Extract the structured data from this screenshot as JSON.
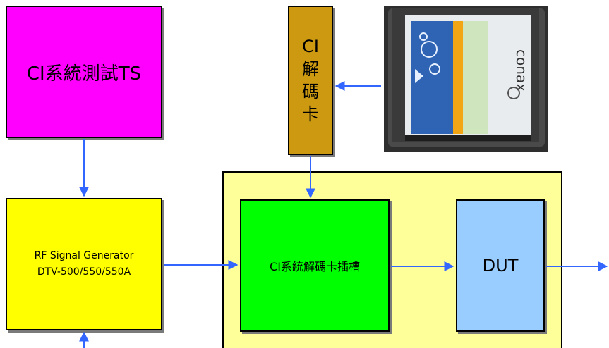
{
  "nodes": {
    "ts": {
      "label": "CI系統測試TS",
      "color": "#ff00ff"
    },
    "ci_card": {
      "chars": [
        "CI",
        "解",
        "碼",
        "卡"
      ],
      "color": "#cc9911"
    },
    "rf": {
      "line1": "RF Signal Generator",
      "line2": "DTV-500/550/550A",
      "color": "#ffff00"
    },
    "slot": {
      "label": "CI系統解碼卡插槽",
      "color": "#00ff00"
    },
    "dut": {
      "label": "DUT",
      "color": "#99ccff"
    },
    "container": {
      "color": "#ffff99"
    }
  },
  "photo": {
    "brand_text": "conax"
  },
  "arrow_color": "#3366ff",
  "edges": [
    {
      "from": "ts",
      "to": "rf"
    },
    {
      "from": "photo",
      "to": "ci_card"
    },
    {
      "from": "ci_card",
      "to": "slot"
    },
    {
      "from": "rf",
      "to": "slot"
    },
    {
      "from": "slot",
      "to": "dut"
    },
    {
      "from": "dut",
      "to": "output"
    },
    {
      "from": "input",
      "to": "rf"
    }
  ]
}
